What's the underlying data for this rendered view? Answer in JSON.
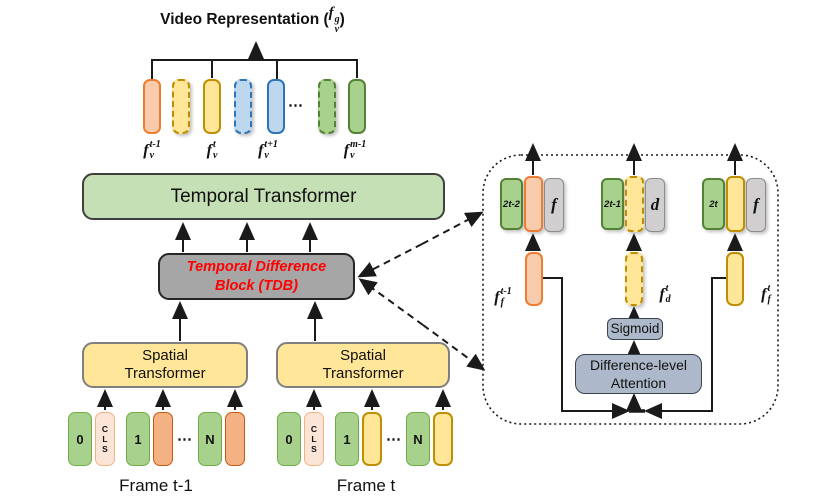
{
  "title": {
    "prefix": "Video Representation (",
    "math": {
      "base": "f",
      "sup": "g",
      "sub": "v"
    },
    "suffix": ")"
  },
  "top_tokens": {
    "ellipsis": "⋯",
    "labels": [
      {
        "base": "f",
        "sup": "t-1",
        "sub": "v"
      },
      {
        "base": "f",
        "sup": "t",
        "sub": "v"
      },
      {
        "base": "f",
        "sup": "t+1",
        "sub": "v"
      },
      {
        "base": "f",
        "sup": "m-1",
        "sub": "v"
      }
    ]
  },
  "temporal_transformer": {
    "label": "Temporal Transformer"
  },
  "tdb": {
    "line1": "Temporal Difference",
    "line2": "Block (TDB)"
  },
  "spatial_transformer_left": {
    "line1": "Spatial",
    "line2": "Transformer"
  },
  "spatial_transformer_right": {
    "line1": "Spatial",
    "line2": "Transformer"
  },
  "frames": [
    {
      "label": "Frame t-1",
      "token0": "0",
      "cls": "CLS",
      "token1": "1",
      "ellipsis": "⋯",
      "tokenN": "N"
    },
    {
      "label": "Frame t",
      "token0": "0",
      "cls": "CLS",
      "token1": "1",
      "ellipsis": "⋯",
      "tokenN": "N"
    }
  ],
  "panel": {
    "groups": [
      {
        "index": "2t-2",
        "letter": "f"
      },
      {
        "index": "2t-1",
        "letter": "d"
      },
      {
        "index": "2t",
        "letter": "f"
      }
    ],
    "feature_labels": [
      {
        "base": "f",
        "sup": "t-1",
        "sub": "f"
      },
      {
        "base": "f",
        "sup": "t",
        "sub": "d"
      },
      {
        "base": "f",
        "sup": "t",
        "sub": "f"
      }
    ],
    "sigmoid": "Sigmoid",
    "attention_line1": "Difference-level",
    "attention_line2": "Attention"
  },
  "colors": {
    "temporal_transformer_fill": "#c5e0b4",
    "tdb_fill": "#a6a6a6",
    "tdb_text": "#ff0000",
    "spatial_transformer_fill": "#ffe699",
    "green_token": "#a9d18e",
    "orange_token_light": "#f8cbad",
    "orange_token_deep": "#f4b183",
    "yellow_token": "#ffe699",
    "blue_token": "#bdd7ee",
    "gray_token": "#d0cece",
    "cls_token": "#fbe5d6",
    "attention_box_fill": "#adb9ca",
    "line_color": "#1a1a1a"
  }
}
